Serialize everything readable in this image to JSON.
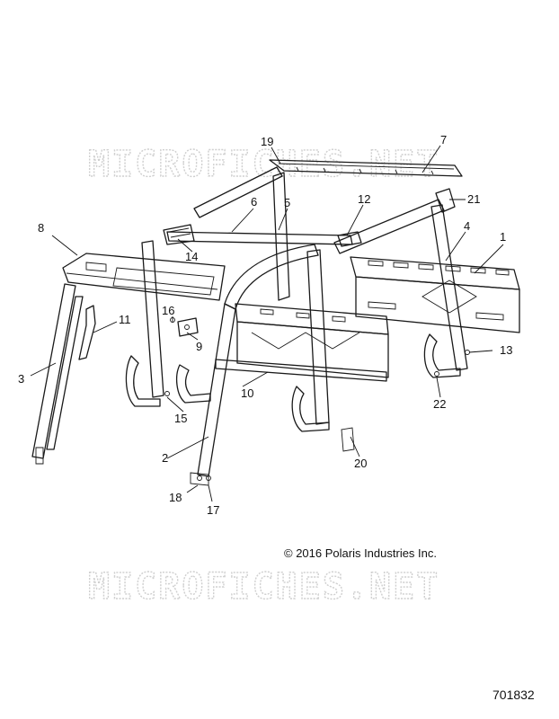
{
  "watermarks": [
    "MICROFICHES.NET",
    "MICROFICHES.NET"
  ],
  "copyright": "© 2016 Polaris Industries Inc.",
  "doc_number": "701832",
  "callouts": [
    "1",
    "2",
    "3",
    "4",
    "5",
    "6",
    "7",
    "8",
    "9",
    "10",
    "11",
    "12",
    "13",
    "14",
    "15",
    "16",
    "17",
    "18",
    "19",
    "20",
    "21",
    "22"
  ]
}
